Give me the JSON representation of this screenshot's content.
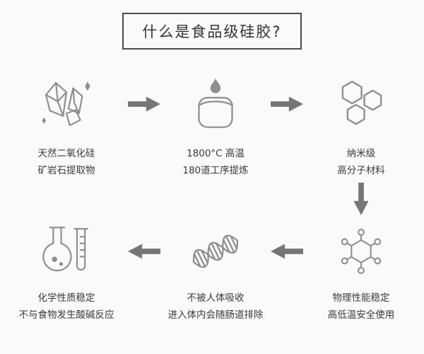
{
  "page": {
    "title": "什么是食品级硅胶?"
  },
  "steps": [
    {
      "id": "mineral",
      "icon": "crystal-icon",
      "line1": "天然二氧化硅",
      "line2": "矿岩石提取物"
    },
    {
      "id": "refine",
      "icon": "pot-icon",
      "line1": "1800°C 高温",
      "line2": "180道工序提炼"
    },
    {
      "id": "nano",
      "icon": "hexagons-icon",
      "line1": "纳米级",
      "line2": "高分子材料"
    },
    {
      "id": "physical",
      "icon": "molecule-icon",
      "line1": "物理性能稳定",
      "line2": "高低温安全使用"
    },
    {
      "id": "absorb",
      "icon": "dna-icon",
      "line1": "不被人体吸收",
      "line2": "进入体内会随肠道排除"
    },
    {
      "id": "chemical",
      "icon": "flask-icon",
      "line1": "化学性质稳定",
      "line2": "不与食物发生酸碱反应"
    }
  ],
  "colors": {
    "background": "#fafafa",
    "icon": "#8e8e8e",
    "arrow": "#767676",
    "text": "#3a3a3a",
    "title_border": "#4a4a4a"
  }
}
